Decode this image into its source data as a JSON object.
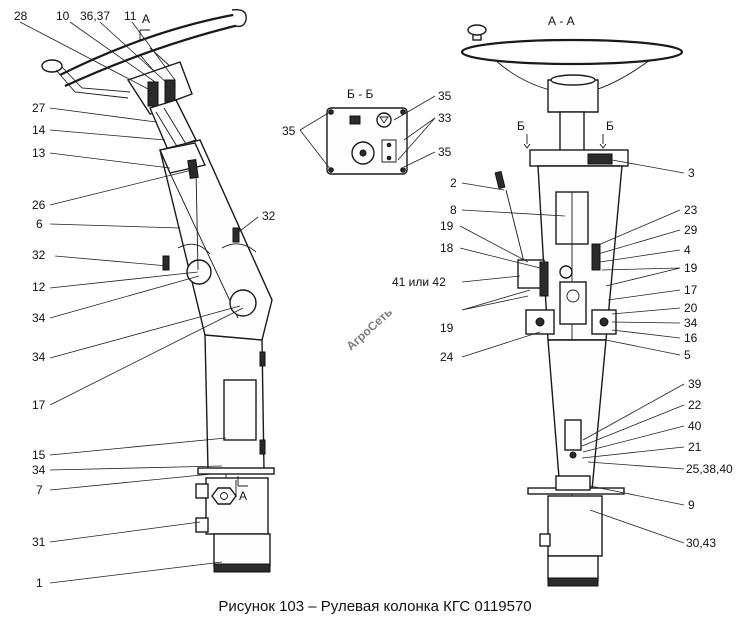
{
  "caption": "Рисунок 103 – Рулевая колонка КГС 0119570",
  "watermark": "АгроСеть",
  "section_labels": {
    "aa": "А - А",
    "bb": "Б - Б",
    "a_left_top": "А",
    "a_left_bottom": "А",
    "b_left": "Б",
    "b_right": "Б"
  },
  "left_view_labels": {
    "l28": "28",
    "l10": "10",
    "l3637": "36,37",
    "l11": "11",
    "l27": "27",
    "l14": "14",
    "l13": "13",
    "l26": "26",
    "l6": "6",
    "l32a": "32",
    "l32b": "32",
    "l12": "12",
    "l34a": "34",
    "l34b": "34",
    "l17": "17",
    "l15": "15",
    "l34c": "34",
    "l7": "7",
    "l31": "31",
    "l1": "1"
  },
  "bb_view_labels": {
    "l35a": "35",
    "l35b": "35",
    "l33": "33",
    "l35c": "35"
  },
  "right_view_labels": {
    "l3": "3",
    "l2": "2",
    "l8": "8",
    "l23": "23",
    "l29": "29",
    "l19a": "19",
    "l18": "18",
    "l4": "4",
    "l19b": "19",
    "l4142": "41 или 42",
    "l17": "17",
    "l20": "20",
    "l34": "34",
    "l16": "16",
    "l19c": "19",
    "l24": "24",
    "l5": "5",
    "l39": "39",
    "l22": "22",
    "l40": "40",
    "l21": "21",
    "l253840": "25,38,40",
    "l9": "9",
    "l3043": "30,43"
  }
}
